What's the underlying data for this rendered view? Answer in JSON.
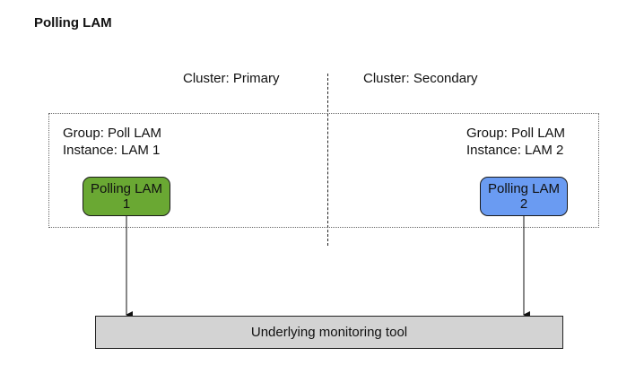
{
  "title": "Polling LAM",
  "clusters": [
    {
      "label": "Cluster: Primary"
    },
    {
      "label": "Cluster: Secondary"
    }
  ],
  "groups": [
    {
      "group": "Group: Poll LAM",
      "instance": "Instance: LAM 1"
    },
    {
      "group": "Group: Poll LAM",
      "instance": "Instance: LAM 2"
    }
  ],
  "nodes": [
    {
      "line1": "Polling LAM",
      "line2": "1",
      "color": "#6aa833"
    },
    {
      "line1": "Polling LAM",
      "line2": "2",
      "color": "#6a9bf2"
    }
  ],
  "tool": {
    "label": "Underlying monitoring tool",
    "color": "#d3d3d3"
  }
}
